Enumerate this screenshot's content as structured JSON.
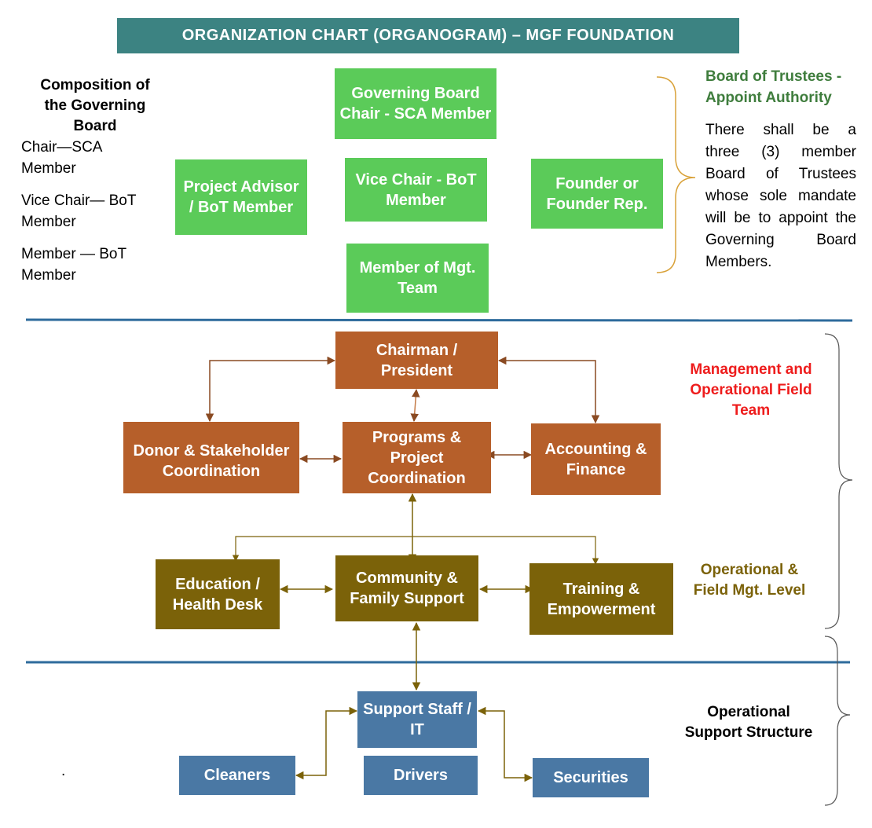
{
  "title": "ORGANIZATION CHART (ORGANOGRAM) – MGF FOUNDATION",
  "composition": {
    "heading": "Composition of the Governing Board",
    "chair": "Chair—SCA Member",
    "vice_chair": "Vice Chair— BoT Member",
    "member": "Member — BoT Member"
  },
  "governing_board": {
    "chair": "Governing Board Chair - SCA Member",
    "project_advisor": "Project Advisor / BoT Member",
    "vice_chair": "Vice Chair - BoT Member",
    "founder": "Founder or Founder Rep.",
    "mgt_member": "Member of Mgt. Team"
  },
  "trustees": {
    "heading": "Board of Trustees - Appoint Authority",
    "desc_lines": [
      "There shall be a",
      "three (3) member",
      "Board of Trustees",
      "whose sole mandate",
      "will be to appoint the",
      "Governing Board",
      "Members."
    ]
  },
  "management": {
    "chairman": "Chairman / President",
    "donor": "Donor & Stakeholder Coordination",
    "programs": "Programs & Project Coordination",
    "accounting": "Accounting & Finance",
    "label": "Management and Operational Field Team"
  },
  "operational": {
    "education": "Education / Health Desk",
    "community": "Community & Family Support",
    "training": "Training & Empowerment",
    "label": "Operational & Field Mgt. Level"
  },
  "support": {
    "support_staff": "Support Staff / IT",
    "cleaners": "Cleaners",
    "drivers": "Drivers",
    "securities": "Securities",
    "label": "Operational Support Structure"
  },
  "misc": {
    "dot": "."
  },
  "colors": {
    "title_bg": "#3c8382",
    "green": "#5bcb59",
    "brown": "#b65f2a",
    "olive": "#7b6209",
    "blue": "#4a78a4",
    "divider": "#2e6b9c",
    "trustees_heading": "#3f7d3d",
    "management_label": "#ee1c1c",
    "operational_label": "#7b6209"
  }
}
